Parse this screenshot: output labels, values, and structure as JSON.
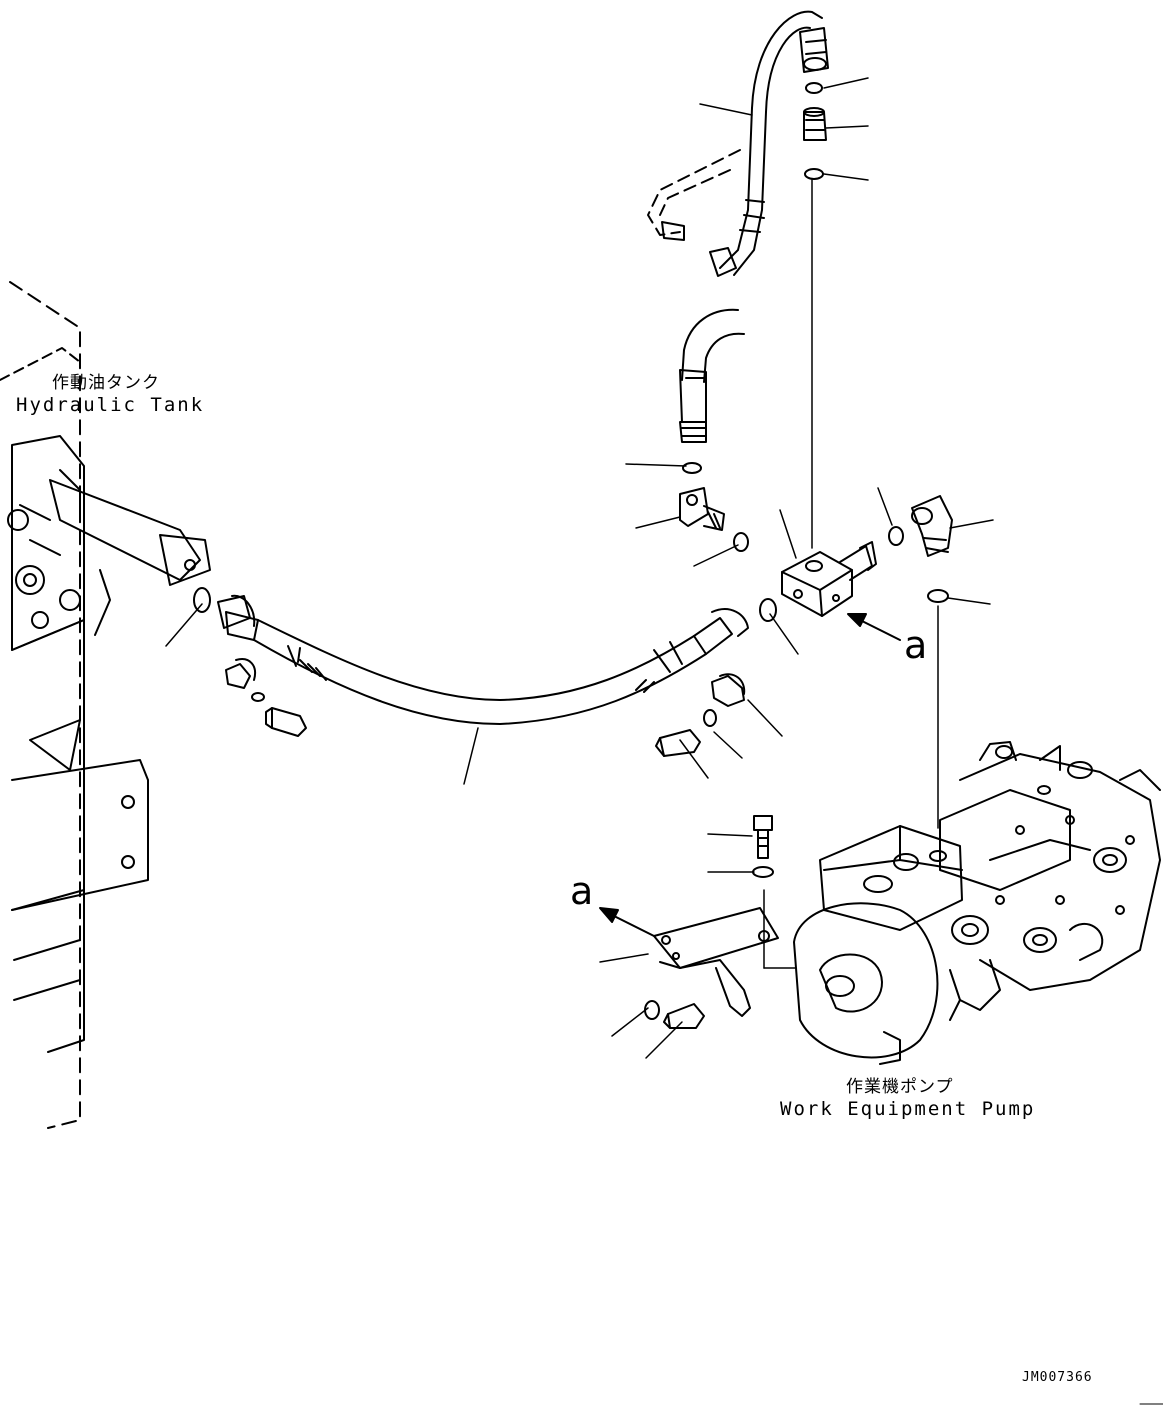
{
  "labels": {
    "hydraulic_tank_jp": "作動油タンク",
    "hydraulic_tank_en": "Hydraulic Tank",
    "pump_jp": "作業機ポンプ",
    "pump_en": "Work Equipment Pump",
    "view_letter_1": "a",
    "view_letter_2": "a",
    "drawing_id": "JM007366"
  },
  "colors": {
    "line": "#000000",
    "background": "#ffffff"
  }
}
